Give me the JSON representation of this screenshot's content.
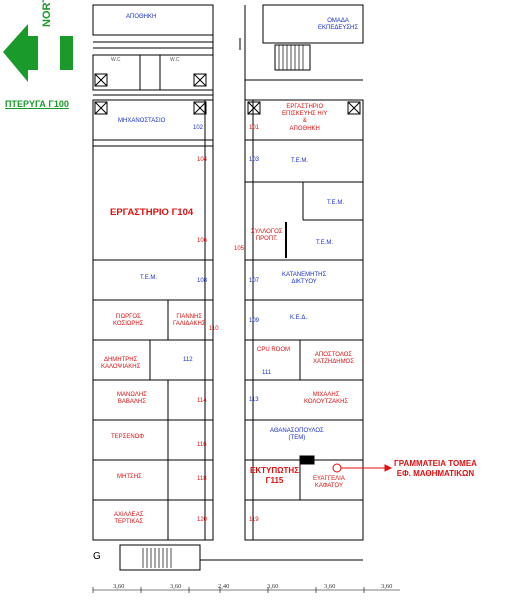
{
  "wing_title": "ΠΤΕΡΥΓΑ Γ100",
  "north_label": "NORTH",
  "g_label": "G",
  "secretariat": {
    "line1": "ΓΡΑΜΜΑΤΕΙΑ ΤΟΜΕΑ",
    "line2": "ΕΦ. ΜΑΘΗΜΑΤΙΚΩΝ"
  },
  "rooms": {
    "storage_top": "ΑΠΟΘΗΚΗ",
    "stair_group": {
      "line1": "ΟΜΑΔΑ",
      "line2": "ΕΚΠΕΔΕΥΣΗΣ"
    },
    "wc_left": "W.C",
    "wc_right": "W.C",
    "machine_room": "ΜΗΧΑΝΟΣΤΑΣΙΟ",
    "lab_hiy": {
      "line1": "ΕΡΓΑΣΤΗΡΙΟ",
      "line2": "ΕΠΙΣΚΕΥΗΣ Η/Υ",
      "line3": "&",
      "line4": "ΑΠΟΘΗΚΗ"
    },
    "tem_103": "Τ.Ε.Μ.",
    "tem_right_a": "Τ.Ε.Μ.",
    "lab_104": "ΕΡΓΑΣΤΗΡΙΟ Γ104",
    "syllogos": {
      "line1": "ΣΥΛΛΟΓΟΣ",
      "line2": "ΠΡΟΠΤ."
    },
    "tem_right_b": "Τ.Ε.Μ.",
    "tem_108": "Τ.Ε.Μ.",
    "network": {
      "line1": "ΚΑΤΑΝΕΜΗΤΗΣ",
      "line2": "ΔΙΚΤΥΟΥ"
    },
    "kosiori": {
      "line1": "ΓΙΩΡΓΟΣ",
      "line2": "ΚΟΣΙΩΡΗΣ"
    },
    "galidakis": {
      "line1": "ΓΙΑΝΝΗΣ",
      "line2": "ΓΑΛΙΔΑΚΗΣ"
    },
    "ked": "Κ.Ε.Δ.",
    "kaloyiakis": {
      "line1": "ΔΗΜΗΤΡΗΣ",
      "line2": "ΚΑΛΟΨΙΑΚΗΣ"
    },
    "cpu_room": "CPU ROOM",
    "chatzidimos": {
      "line1": "ΑΠΟΣΤΟΛΟΣ",
      "line2": "ΧΑΤΖΗΔΗΜΟΣ"
    },
    "vavalis": {
      "line1": "ΜΑΝΩΛΗΣ",
      "line2": "ΒΑΒΑΛΗΣ"
    },
    "koloutzakis": {
      "line1": "ΜΙΧΑΛΗΣ",
      "line2": "ΚΟΛΟΥΤΖΑΚΗΣ"
    },
    "tersenof": "ΤΕΡΣΕΝΩΦ",
    "athanasopoulos": {
      "line1": "ΑΘΑΝΑΣΟΠΟΥΛΟΣ",
      "line2": "(ΤΕΜ)"
    },
    "mitsis": "ΜΗΤΣΗΣ",
    "printer": {
      "line1": "ΕΚΤΥΠΩΤΗΣ",
      "line2": "Γ115"
    },
    "kafatou": {
      "line1": "ΕΥΑΓΓΕΛΙΑ",
      "line2": "ΚΑΦΑΤΟΥ"
    },
    "tertikas": {
      "line1": "ΑΧΙΛΛΕΑΣ",
      "line2": "ΤΕΡΤΙΚΑΣ"
    }
  },
  "room_numbers": {
    "n101": "101",
    "n102": "102",
    "n103": "103",
    "n104": "104",
    "n105": "105",
    "n106": "106",
    "n107": "107",
    "n108": "108",
    "n109": "109",
    "n110": "110",
    "n111": "111",
    "n112": "112",
    "n113": "113",
    "n114": "114",
    "n116": "116",
    "n118": "118",
    "n119": "119",
    "n120": "120"
  },
  "dimensions": [
    "3,60",
    "3,60",
    "2,40",
    "3,60",
    "3,60",
    "3,60"
  ],
  "colors": {
    "blue_text": "#1a2fd0",
    "red_text": "#e01010",
    "green": "#1a9a2a",
    "wall": "#000000"
  }
}
